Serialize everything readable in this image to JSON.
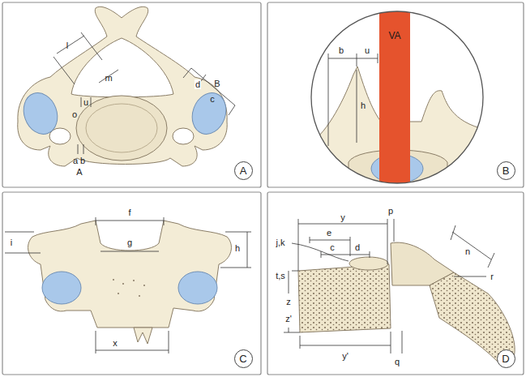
{
  "diagram": {
    "nodes": [
      {
        "text": [
          "VA"
        ]
      },
      {
        "text": [
          "A"
        ]
      },
      {
        "text": [
          "B"
        ]
      },
      {
        "text": [
          "C"
        ]
      },
      {
        "text": [
          "D"
        ]
      }
    ],
    "labels": [
      "l",
      "m",
      "d",
      "B",
      "c",
      "u",
      "o",
      "a",
      "b",
      "A",
      "b",
      "u",
      "h",
      "f",
      "i",
      "h",
      "g",
      "x",
      "y",
      "p",
      "e",
      "c",
      "d",
      "j,k",
      "n",
      "t,s",
      "r",
      "z",
      "z'",
      "y'",
      "q"
    ]
  }
}
